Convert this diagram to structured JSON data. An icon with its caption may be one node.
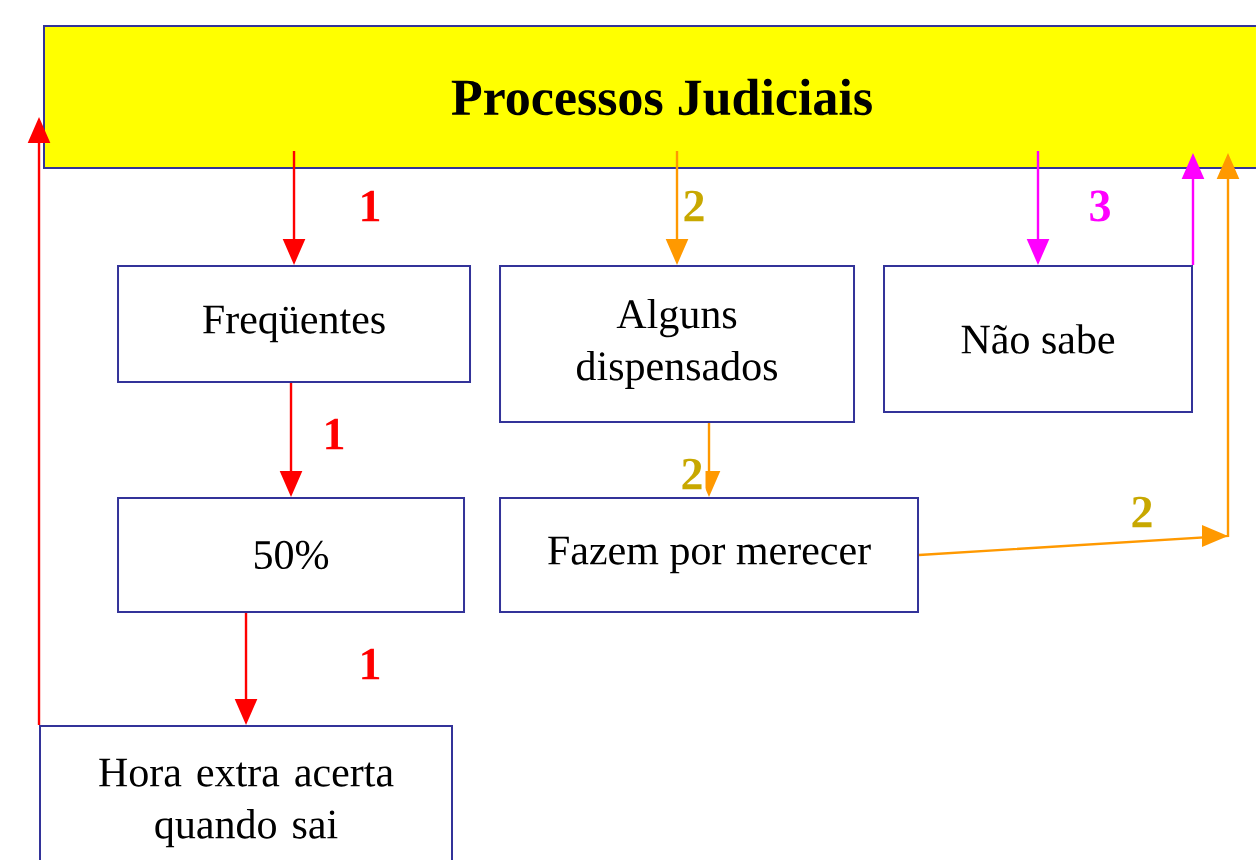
{
  "diagram": {
    "nodes": [
      {
        "text": [
          "Processos Judiciais"
        ]
      },
      {
        "text": [
          "Freqüentes"
        ]
      },
      {
        "text": [
          "Alguns dispensados"
        ]
      },
      {
        "text": [
          "Não sabe"
        ]
      },
      {
        "text": [
          "50%"
        ]
      },
      {
        "text": [
          "Fazem por merecer"
        ]
      },
      {
        "text": [
          "Hora extra acerta quando sai"
        ]
      }
    ],
    "edges": [
      {
        "from": 0,
        "to": 1,
        "arrow": "to",
        "label": "1"
      },
      {
        "from": 0,
        "to": 2,
        "arrow": "to",
        "label": "2",
        "color": "#ff9900"
      },
      {
        "from": 0,
        "to": 3,
        "arrow": "to",
        "label": "3",
        "color": "#ff00ff"
      },
      {
        "from": 3,
        "to": 0,
        "arrow": "to",
        "color": "#ff00ff"
      },
      {
        "from": 1,
        "to": 4,
        "arrow": "to",
        "label": "1"
      },
      {
        "from": 2,
        "to": 5,
        "arrow": "to",
        "label": "2",
        "color": "#ff9900"
      },
      {
        "from": 5,
        "to": 0,
        "arrow": "to",
        "label": "2",
        "color": "#ff9900"
      },
      {
        "from": 4,
        "to": 6,
        "arrow": "to",
        "label": "1"
      },
      {
        "from": 6,
        "to": 0,
        "arrow": "to"
      }
    ]
  }
}
